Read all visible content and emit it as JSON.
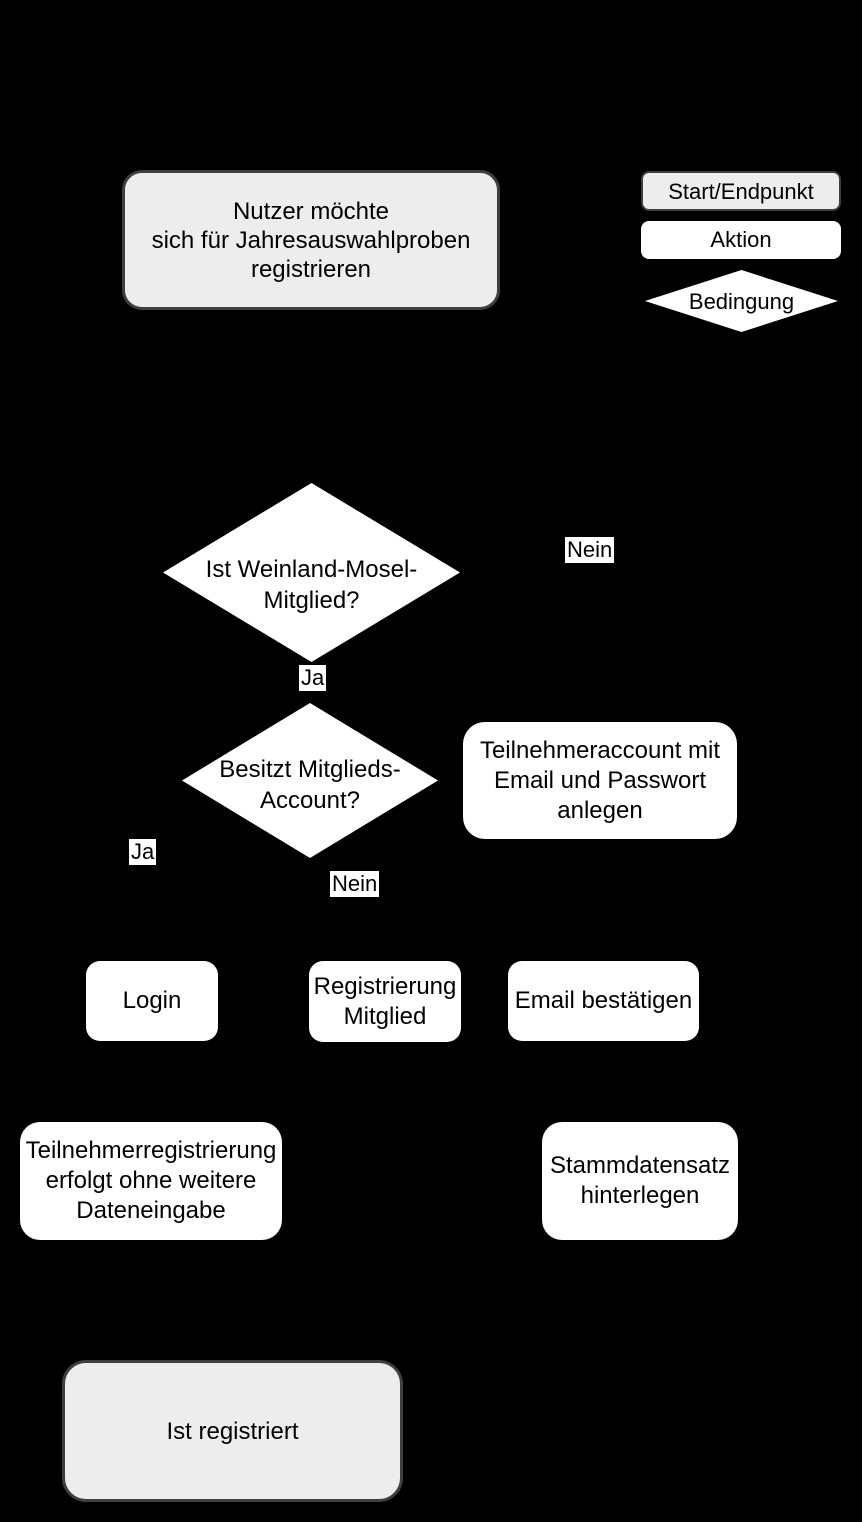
{
  "diagram": {
    "legend": {
      "start_end_label": "Start/Endpunkt",
      "action_label": "Aktion",
      "condition_label": "Bedingung"
    },
    "nodes": {
      "start": "Nutzer möchte\nsich für Jahresauswahlproben\nregistrieren",
      "condition_member": "Ist Weinland-Mosel-\nMitglied?",
      "condition_account": "Besitzt Mitglieds-\nAccount?",
      "create_account": "Teilnehmeraccount mit\nEmail und Passwort\nanlegen",
      "login": "Login",
      "register_member": "Registrierung\nMitglied",
      "confirm_email": "Email bestätigen",
      "participant_registration": "Teilnehmerregistrierung\nerfolgt ohne weitere\nDateneingabe",
      "store_master_data": "Stammdatensatz\nhinterlegen",
      "end": "Ist registriert"
    },
    "edge_labels": {
      "member_no": "Nein",
      "member_yes": "Ja",
      "account_yes": "Ja",
      "account_no": "Nein"
    },
    "colors": {
      "background": "#000000",
      "start_end_fill": "#EDEDED",
      "start_end_border": "#3A4045",
      "action_fill": "#FFFFFF",
      "condition_fill": "#FFFFFF",
      "text": "#000000",
      "edge_label_bg": "#FFFFFF"
    }
  }
}
